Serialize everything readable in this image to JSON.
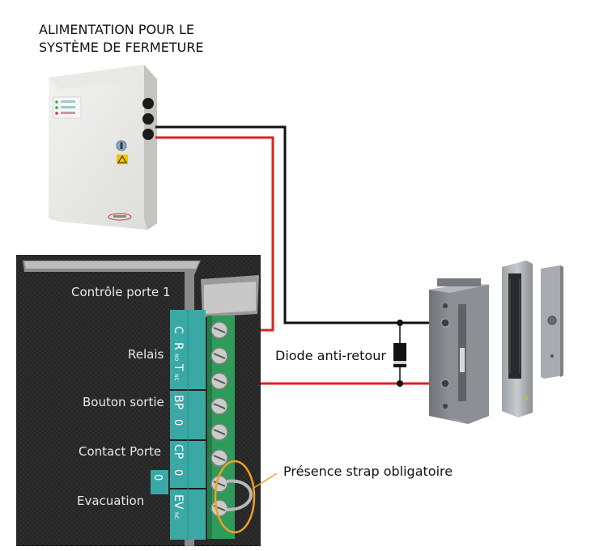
{
  "power_supply": {
    "title_line1": "ALIMENTATION POUR LE",
    "title_line2": "SYSTÈME DE FERMETURE",
    "indicator_labels": [
      "",
      "",
      ""
    ]
  },
  "controller": {
    "heading": "Contrôle porte 1",
    "row_labels": {
      "relay": "Relais",
      "exit_button": "Bouton sortie",
      "door_contact": "Contact Porte",
      "evacuation": "Evacuation"
    },
    "terminal_codes": {
      "c": "C",
      "r": "R",
      "r_sub": "NO",
      "t": "T",
      "t_sub": "NC",
      "bp": "BP",
      "o1": "0",
      "cp": "CP",
      "o2": "0",
      "o3": "0",
      "ev": "EV",
      "ev_sub": "NC"
    }
  },
  "annotations": {
    "diode": "Diode anti-retour",
    "strap": "Présence strap obligatoire"
  },
  "colors": {
    "wire_positive": "#e02020",
    "wire_negative": "#111111",
    "strap_highlight": "#f0a020",
    "terminal_teal": "#3aa9a6",
    "terminal_block": "#2e9b5a",
    "board_dark": "#262626"
  }
}
